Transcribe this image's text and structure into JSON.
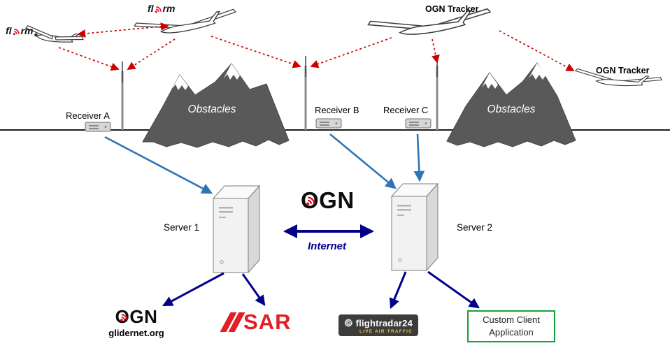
{
  "diagram": {
    "aircraft": {
      "flarm_plane": {
        "label_prefix": "fl",
        "label_suffix": "rm"
      },
      "flarm_glider": {
        "label_prefix": "fl",
        "label_suffix": "rm"
      },
      "ogn_tracker_glider_top": {
        "label": "OGN Tracker"
      },
      "ogn_tracker_glider_right": {
        "label": "OGN Tracker"
      }
    },
    "receivers": {
      "a": {
        "label": "Receiver A"
      },
      "b": {
        "label": "Receiver B"
      },
      "c": {
        "label": "Receiver C"
      }
    },
    "obstacles": {
      "left": {
        "label": "Obstacles"
      },
      "right": {
        "label": "Obstacles"
      }
    },
    "servers": {
      "server1": {
        "label": "Server 1"
      },
      "server2": {
        "label": "Server 2"
      }
    },
    "network": {
      "ogn_logo": "OGN",
      "internet_label": "Internet"
    },
    "clients": {
      "glidernet": {
        "logo": "OGN",
        "subtitle": "glidernet.org"
      },
      "sar": {
        "label": "SAR"
      },
      "flightradar24": {
        "label": "flightradar24",
        "tagline": "LIVE AIR TRAFFIC"
      },
      "custom_client": {
        "line1": "Custom Client",
        "line2": "Application"
      }
    },
    "colors": {
      "radio_link": "#cc0000",
      "receiver_link": "#2e75b6",
      "server_link": "#00008b",
      "mountain": "#595959",
      "flarm_red": "#e30613",
      "sar_red": "#e31e24",
      "fr24_background": "#3c3c3c",
      "fr24_yellow": "#f9c513",
      "custom_client_border": "#12a33b"
    }
  }
}
